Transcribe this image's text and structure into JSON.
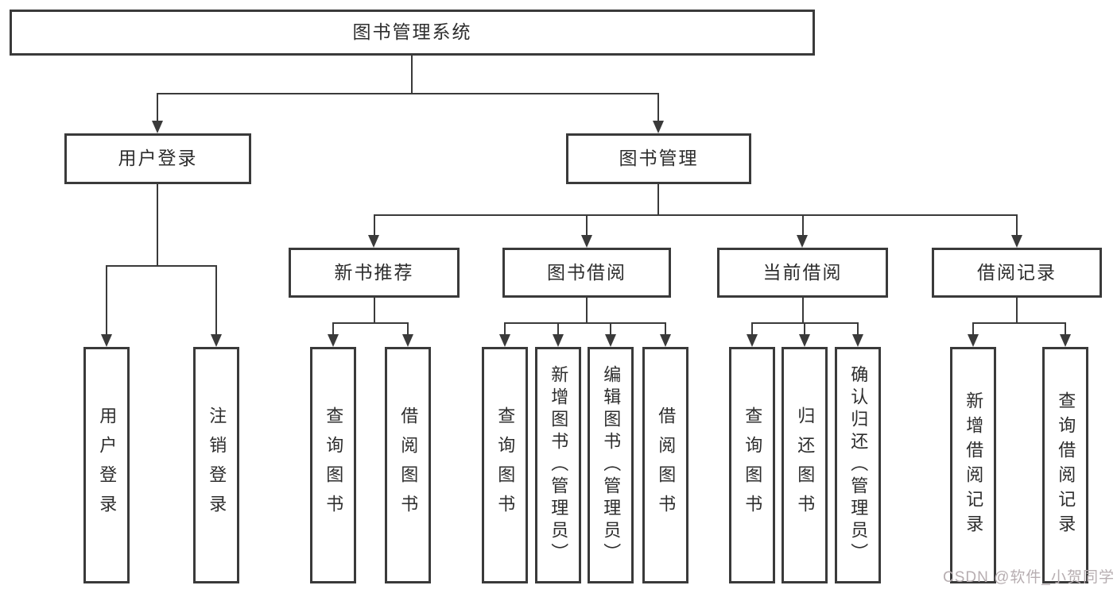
{
  "diagram_type": "functional-structure-tree",
  "colors": {
    "background": "#ffffff",
    "line": "#3a3a3a",
    "box_border": "#3a3a3a",
    "text": "#2d2d2d",
    "watermark": "#b7aeb1"
  },
  "watermark": {
    "text": "CSDN @软件_小贺同学"
  },
  "tree": {
    "root": {
      "label": "图书管理系统"
    },
    "branches": [
      {
        "label": "用户登录",
        "children": [
          {
            "label": "用户登录"
          },
          {
            "label": "注销登录"
          }
        ]
      },
      {
        "label": "图书管理",
        "children": [
          {
            "label": "新书推荐",
            "children": [
              {
                "label": "查询图书"
              },
              {
                "label": "借阅图书"
              }
            ]
          },
          {
            "label": "图书借阅",
            "children": [
              {
                "label": "查询图书"
              },
              {
                "label": "新增图书（管理员）"
              },
              {
                "label": "编辑图书（管理员）"
              },
              {
                "label": "借阅图书"
              }
            ]
          },
          {
            "label": "当前借阅",
            "children": [
              {
                "label": "查询图书"
              },
              {
                "label": "归还图书"
              },
              {
                "label": "确认归还（管理员）"
              }
            ]
          },
          {
            "label": "借阅记录",
            "children": [
              {
                "label": "新增借阅记录"
              },
              {
                "label": "查询借阅记录"
              }
            ]
          }
        ]
      }
    ]
  }
}
